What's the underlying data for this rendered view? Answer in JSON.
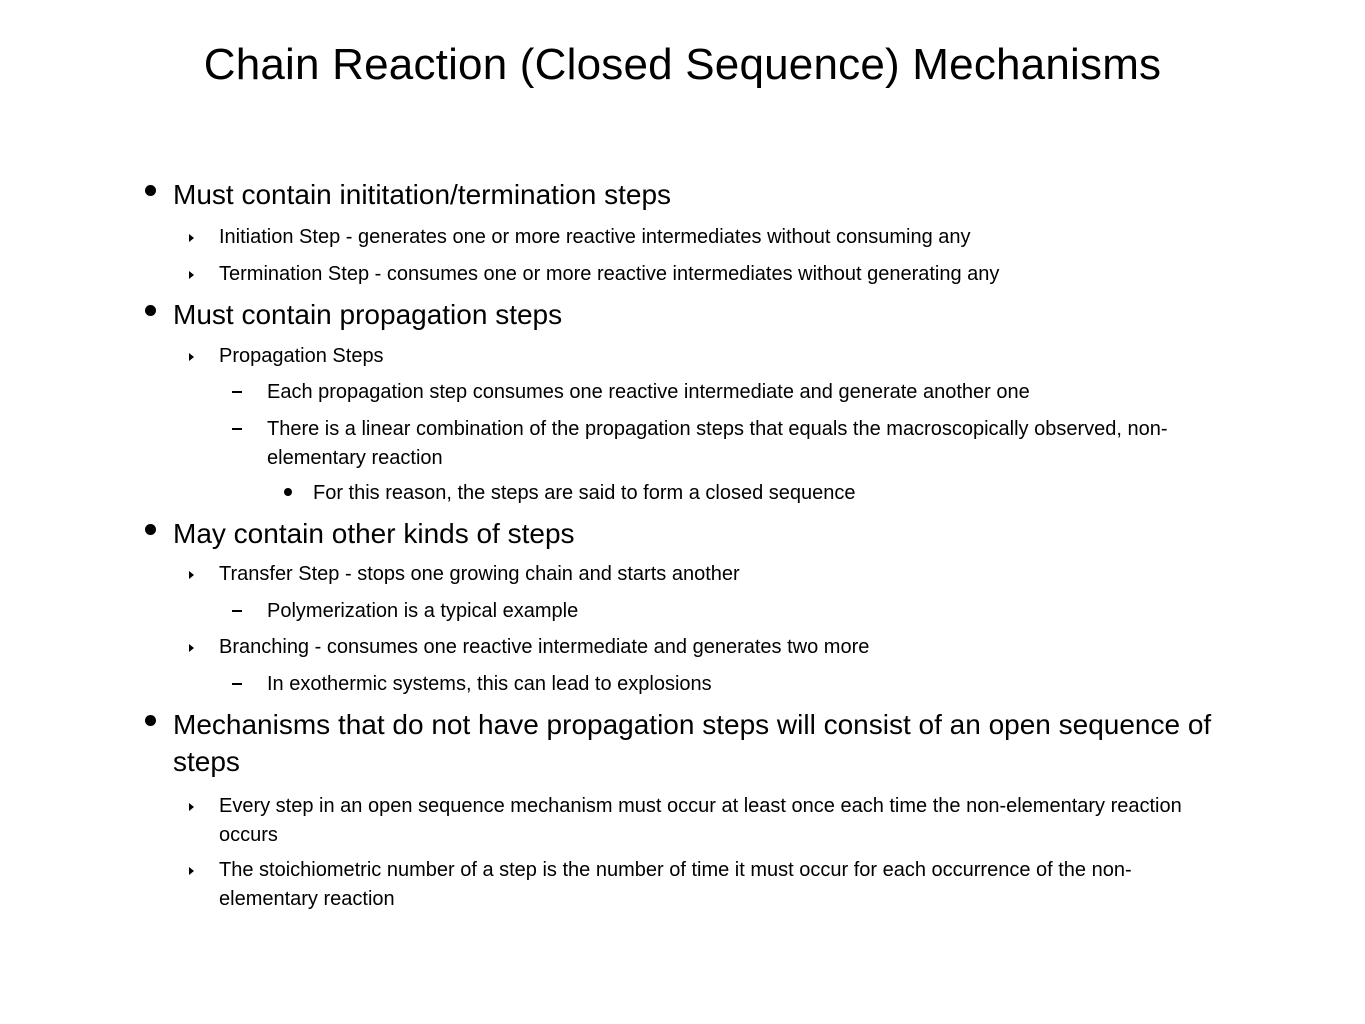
{
  "slide": {
    "title": "Chain Reaction (Closed Sequence) Mechanisms",
    "bullets": [
      {
        "text": "Must contain inititation/termination steps"
      },
      {
        "text": "Initiation Step - generates one or more reactive intermediates without consuming any"
      },
      {
        "text": "Termination Step - consumes one or more reactive intermediates without generating any"
      },
      {
        "text": "Must contain propagation steps"
      },
      {
        "text": "Propagation Steps"
      },
      {
        "text": "Each propagation step consumes one reactive intermediate and generate another one"
      },
      {
        "text": "There is a linear combination of the propagation steps that equals the macroscopically observed, non-elementary reaction"
      },
      {
        "text": "For this reason, the steps are said to form a closed sequence"
      },
      {
        "text": "May contain other kinds of steps"
      },
      {
        "text": "Transfer Step - stops one growing chain and starts another"
      },
      {
        "text": "Polymerization is a typical example"
      },
      {
        "text": "Branching - consumes one reactive intermediate and generates two more"
      },
      {
        "text": "In exothermic systems, this can lead to explosions"
      },
      {
        "text": "Mechanisms that do not have propagation steps will consist of an open sequence of steps"
      },
      {
        "text": "Every step in an open sequence mechanism must occur at least once each time the non-elementary reaction occurs"
      },
      {
        "text": "The stoichiometric number of a step is the number of time it must occur for each occurrence of the non-elementary reaction"
      }
    ]
  }
}
